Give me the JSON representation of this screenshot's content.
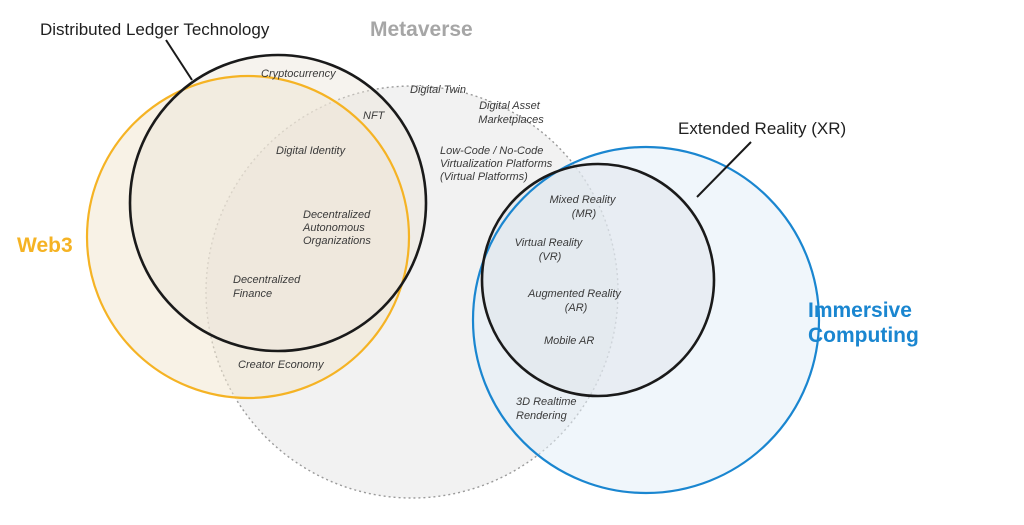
{
  "labels": {
    "dlt": "Distributed Ledger Technology",
    "metaverse": "Metaverse",
    "xr": "Extended Reality (XR)",
    "web3": "Web3",
    "immersive_1": "Immersive",
    "immersive_2": "Computing"
  },
  "items": {
    "cryptocurrency": "Cryptocurrency",
    "digital_twin": "Digital Twin",
    "nft": "NFT",
    "dam_1": "Digital Asset",
    "dam_2": "Marketplaces",
    "digital_identity": "Digital Identity",
    "lowcode_1": "Low-Code / No-Code",
    "lowcode_2": "Virtualization Platforms",
    "lowcode_3": "(Virtual Platforms)",
    "dao_1": "Decentralized",
    "dao_2": "Autonomous",
    "dao_3": "Organizations",
    "mr_1": "Mixed Reality",
    "mr_2": "(MR)",
    "vr_1": "Virtual Reality",
    "vr_2": "(VR)",
    "defi_1": "Decentralized",
    "defi_2": "Finance",
    "ar_1": "Augmented Reality",
    "ar_2": "(AR)",
    "mobile_ar": "Mobile AR",
    "creator": "Creator Economy",
    "rt_1": "3D Realtime",
    "rt_2": "Rendering"
  },
  "colors": {
    "web3": "#f5b324",
    "immersive": "#1a86d0",
    "metaverse_label": "#a6a6a6",
    "metaverse_fill": "#f1f1f1",
    "outline": "#1a1a1a"
  }
}
